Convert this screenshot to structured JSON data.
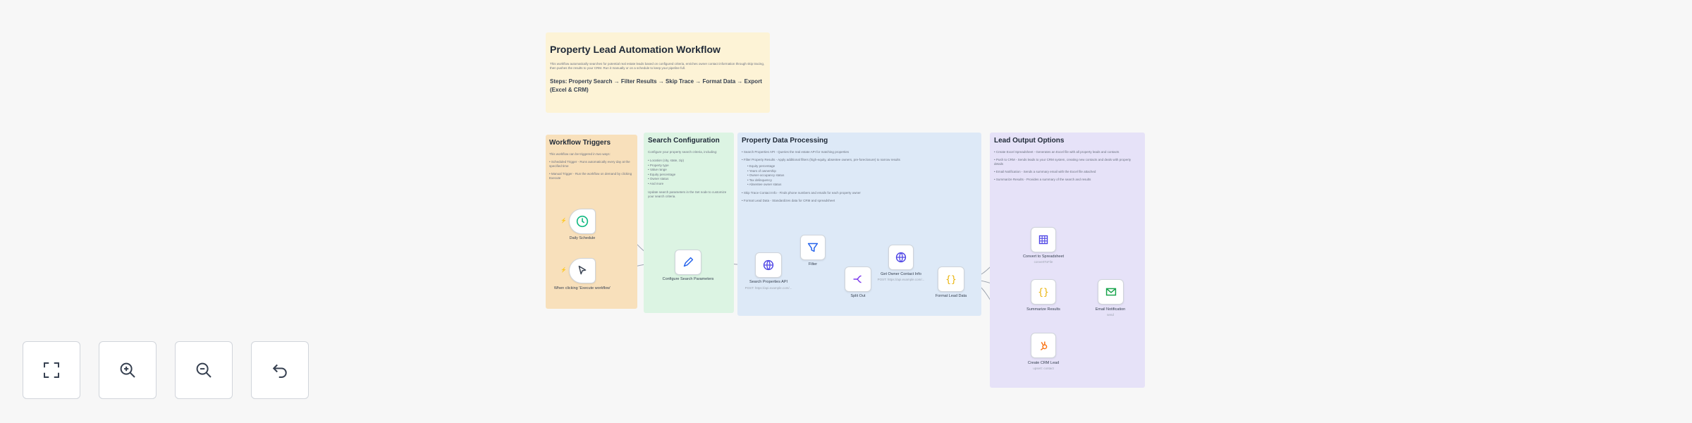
{
  "intro": {
    "title": "Property Lead Automation Workflow",
    "description": "This workflow automatically searches for potential real estate leads based on configured criteria, enriches owner contact information through skip tracing, then pushes the results to your CRM. Run it manually or on a schedule to keep your pipeline full.",
    "steps": "Steps: Property Search → Filter Results → Skip Trace → Format Data → Export (Excel & CRM)"
  },
  "triggers": {
    "title": "Workflow Triggers",
    "intro": "This workflow can be triggered in two ways:",
    "items": [
      "Scheduled Trigger - Runs automatically every day at the specified time",
      "Manual Trigger - Run the workflow on demand by clicking Execute"
    ]
  },
  "search": {
    "title": "Search Configuration",
    "intro": "Configure your property search criteria, including:",
    "items": [
      "Location (city, state, zip)",
      "Property type",
      "Value range",
      "Equity percentage",
      "Owner status",
      "And more"
    ],
    "note": "Update search parameters in the Set node to customize your search criteria."
  },
  "processing": {
    "title": "Property Data Processing",
    "items": [
      "Search Properties API - Queries the real estate API for matching properties",
      "Filter Property Results - Apply additional filters (high-equity, absentee owners, pre-foreclosure) to narrow results",
      "Skip Trace Contact Info - Finds phone numbers and emails for each property owner",
      "Format Lead Data - Standardizes data for CRM and spreadsheet"
    ],
    "subitems": [
      "Equity percentage",
      "Years of ownership",
      "Owner-occupancy status",
      "Tax delinquency",
      "Absentee owner status"
    ]
  },
  "output": {
    "title": "Lead Output Options",
    "items": [
      "Create Excel Spreadsheet - Generates an Excel file with all property leads and contacts",
      "Push to CRM - Sends leads to your CRM system, creating new contacts and deals with property details",
      "Email Notification - Sends a summary email with the Excel file attached",
      "Summarize Results - Provides a summary of the search and results"
    ]
  },
  "nodes": {
    "daily": {
      "label": "Daily Schedule"
    },
    "manual": {
      "label": "When clicking 'Execute workflow'"
    },
    "configure": {
      "label": "Configure Search Parameters"
    },
    "search_api": {
      "label": "Search Properties API",
      "sub": "POST: https://api.example.com/..."
    },
    "filter": {
      "label": "Filter"
    },
    "split": {
      "label": "Split Out"
    },
    "skip": {
      "label": "Get Owner Contact Info",
      "sub": "POST: https://api.example.com/..."
    },
    "format": {
      "label": "Format Lead Data"
    },
    "excel": {
      "label": "Convert to Spreadsheet",
      "sub": "convertToFile"
    },
    "summarize": {
      "label": "Summarize Results"
    },
    "crm": {
      "label": "Create CRM Lead",
      "sub": "upsert: contact"
    },
    "email": {
      "label": "Email Notification",
      "sub": "send"
    }
  },
  "colors": {
    "intro": "#fdf3d6",
    "triggers": "#f8e0bb",
    "search": "#dcf4e3",
    "processing": "#dde9f7",
    "output": "#e6e2f8",
    "accent_orange": "#ef6c26",
    "accent_blue": "#2563eb",
    "accent_green": "#16a34a",
    "accent_purple": "#7c3aed"
  },
  "controls": {
    "zoom_fit": "zoom-to-fit-icon",
    "zoom_in": "zoom-in-icon",
    "zoom_out": "zoom-out-icon",
    "undo": "undo-icon"
  }
}
